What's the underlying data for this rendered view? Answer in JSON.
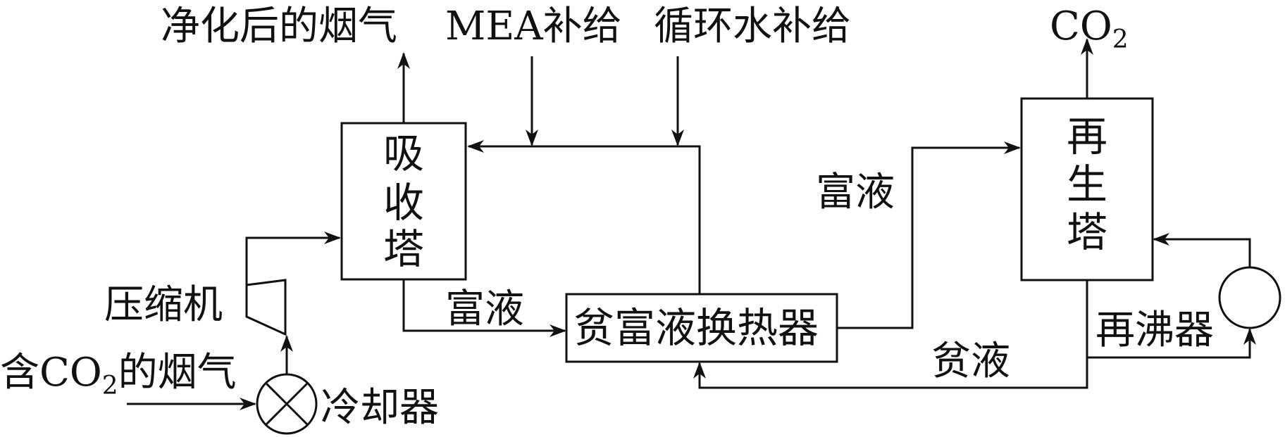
{
  "labels": {
    "clean_gas": "净化后的烟气",
    "mea_makeup": "MEA补给",
    "water_makeup": "循环水补给",
    "co2": "CO",
    "co2_sub": "2",
    "rich_liquid_top": "富液",
    "rich_liquid_bottom": "富液",
    "compressor": "压缩机",
    "feed_gas_prefix": "含CO",
    "feed_gas_sub": "2",
    "feed_gas_suffix": "的烟气",
    "cooler": "冷却器",
    "lean_liquid": "贫液",
    "reboiler": "再沸器"
  },
  "boxes": {
    "absorber": [
      "吸",
      "收",
      "塔"
    ],
    "heat_exchanger": "贫富液换热器",
    "regenerator": [
      "再",
      "生",
      "塔"
    ]
  },
  "colors": {
    "stroke": "#111111",
    "background": "#ffffff"
  }
}
